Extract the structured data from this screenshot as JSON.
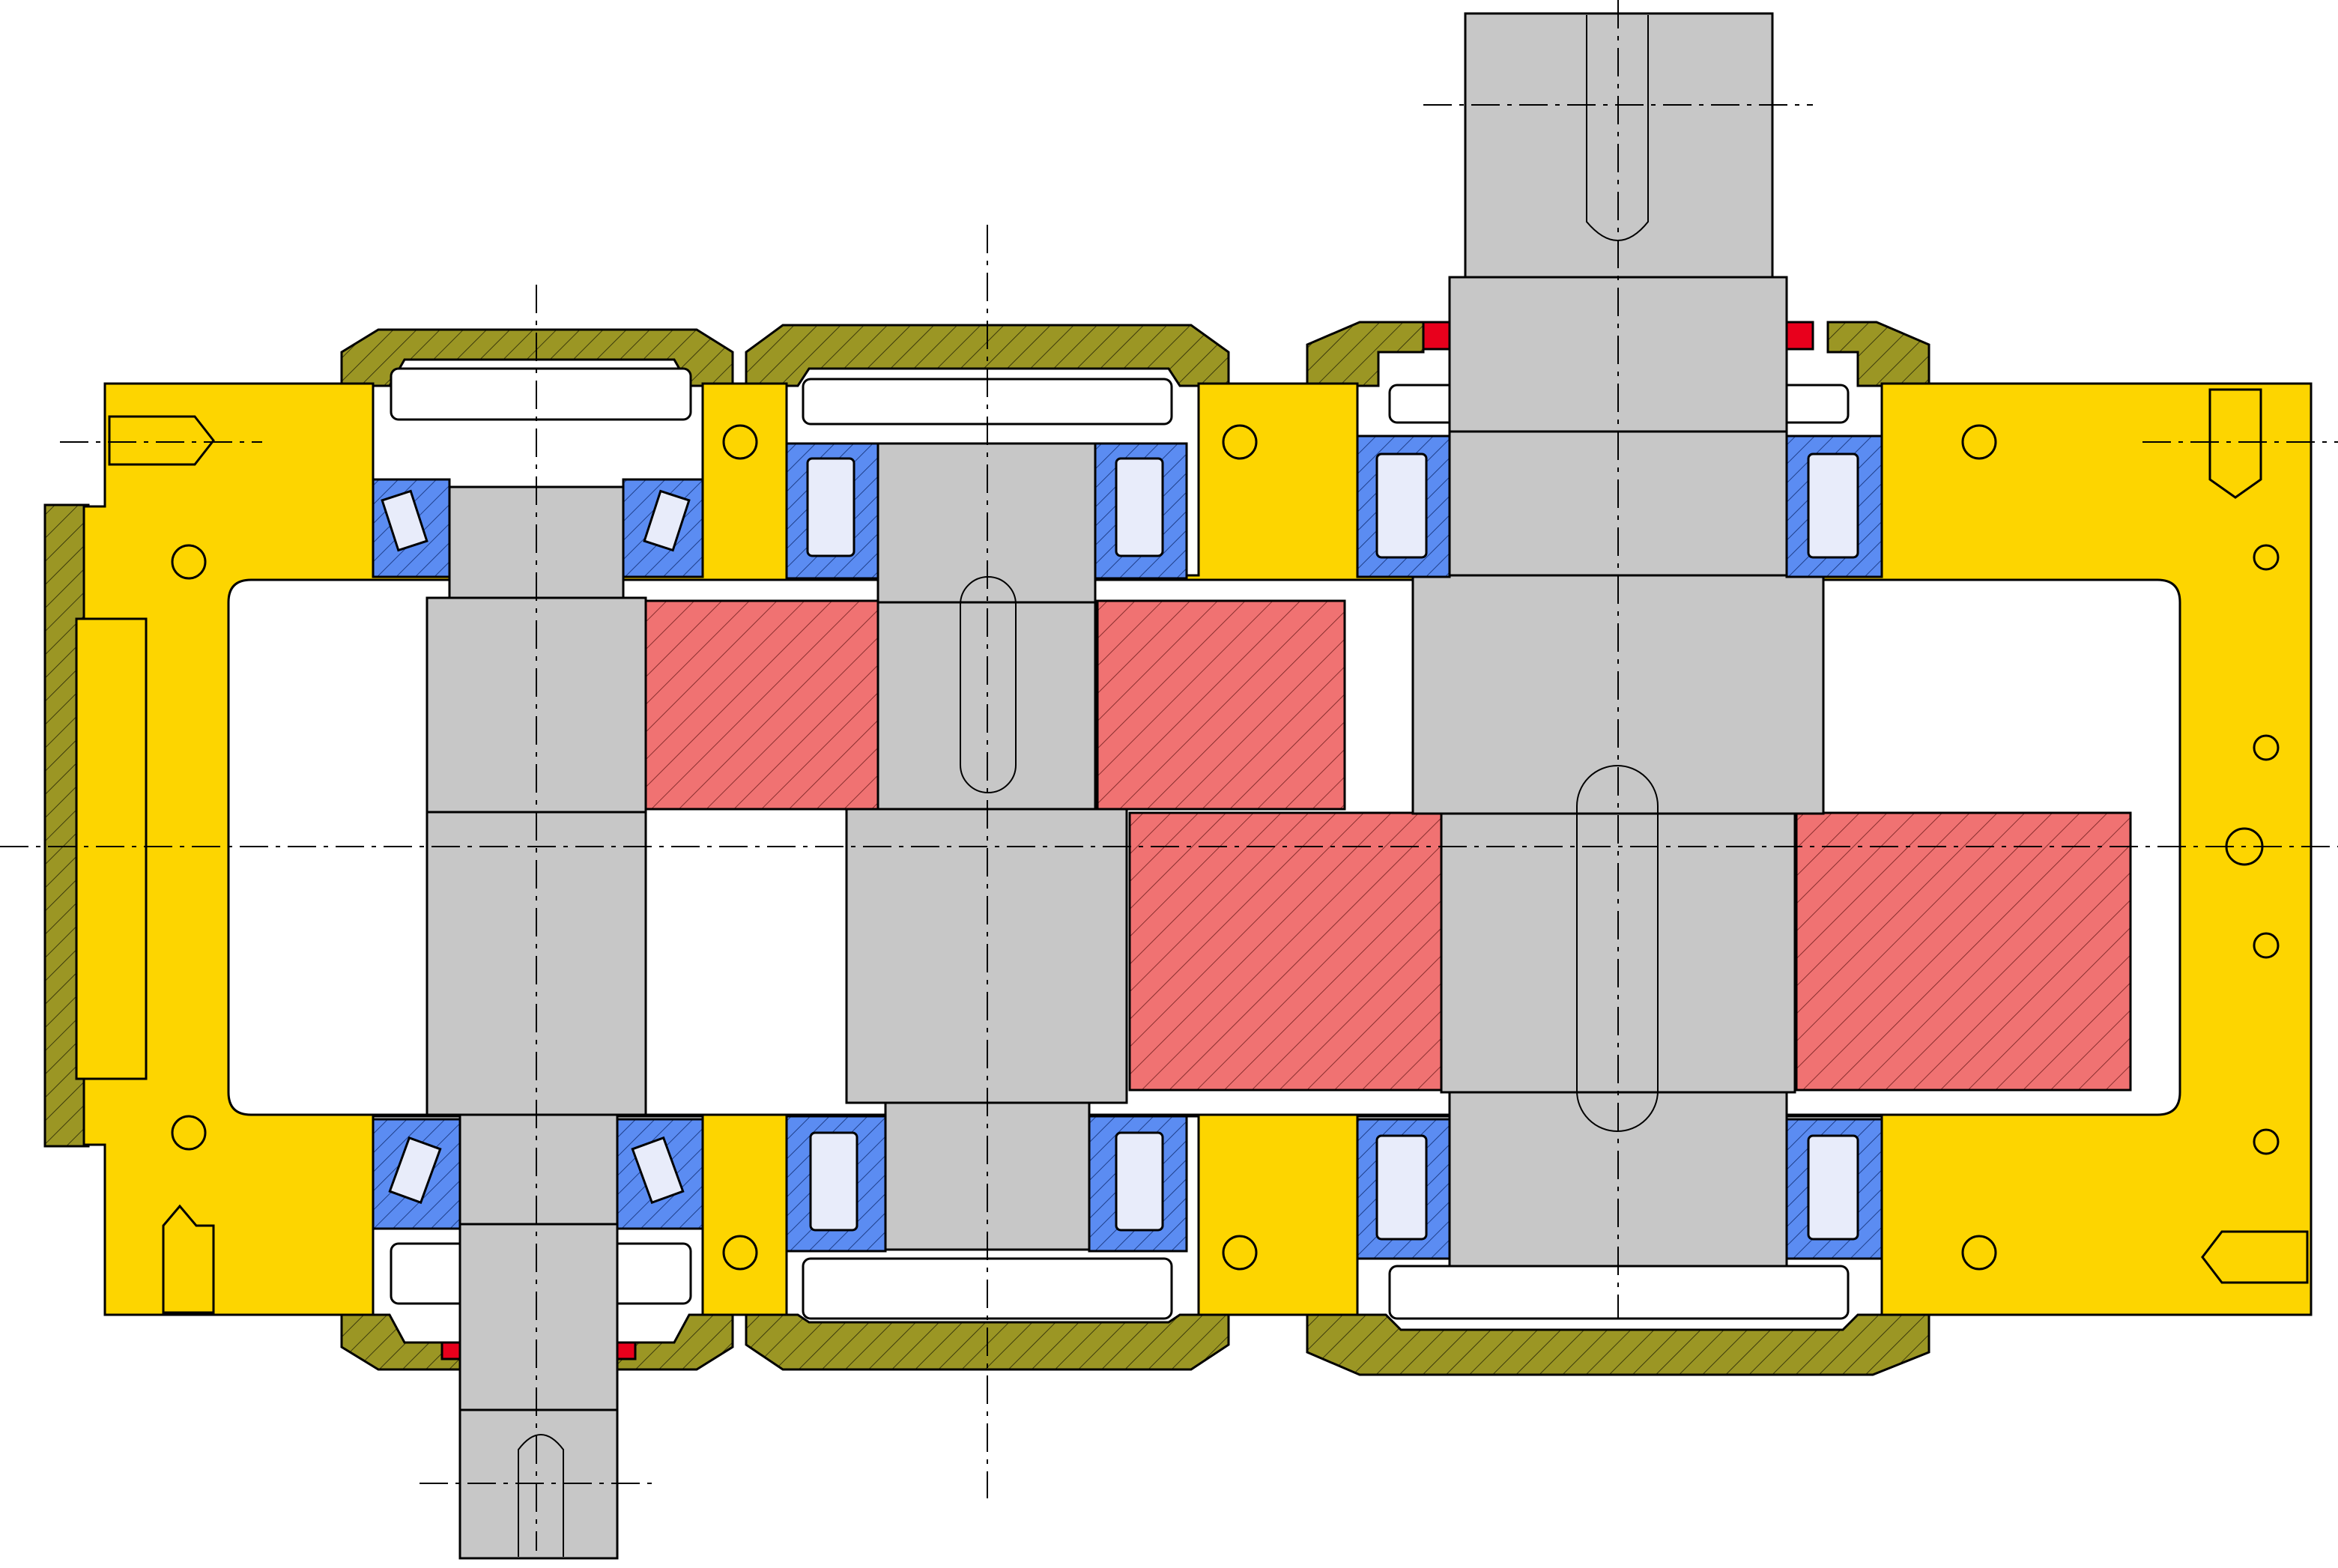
{
  "drawing": {
    "type": "gearbox-cross-section",
    "colors": {
      "housing": "#FDD500",
      "cover": "#9B9624",
      "shaft": "#C7C7C7",
      "gear": "#F07272",
      "bearing": "#5B8CF2",
      "roller": "#E8ECFA",
      "seal": "#E8001C",
      "cavity": "#FFFFFF",
      "line": "#000000"
    },
    "parts": {
      "housing": "housing",
      "covers": "bearing-cover",
      "shafts": [
        "input-shaft",
        "intermediate-shaft",
        "output-shaft"
      ],
      "gears": [
        "gear-stage-1",
        "gear-stage-2"
      ],
      "bearings": "bearing",
      "seals": "seal"
    }
  }
}
